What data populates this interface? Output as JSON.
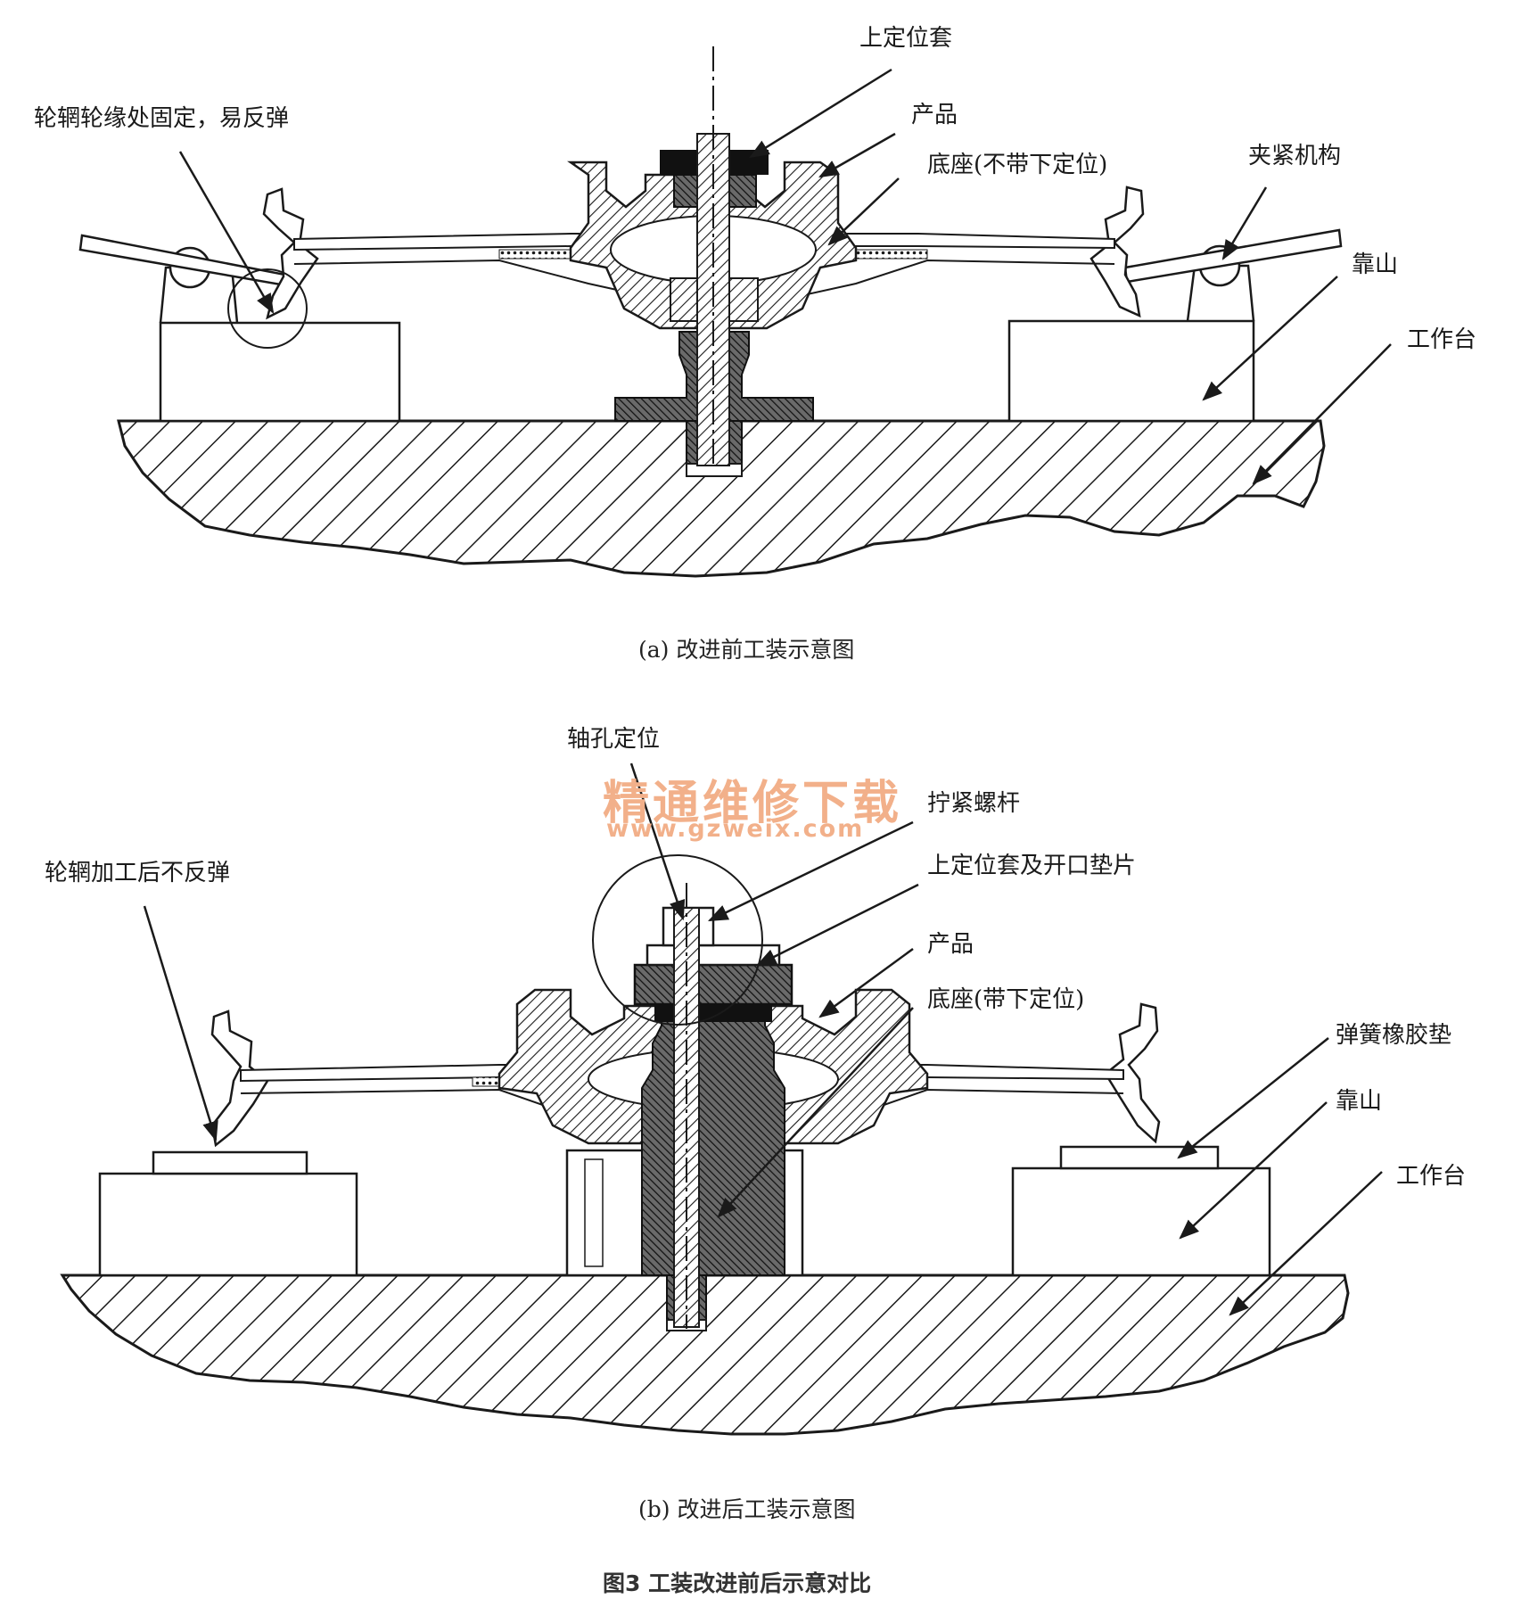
{
  "panel_a": {
    "caption": "(a) 改进前工装示意图",
    "labels": {
      "upper_sleeve": "上定位套",
      "product": "产品",
      "base": "底座(不带下定位)",
      "rim_fixed": "轮辋轮缘处固定，易反弹",
      "clamp": "夹紧机构",
      "backing": "靠山",
      "table": "工作台"
    }
  },
  "panel_b": {
    "caption": "(b) 改进后工装示意图",
    "labels": {
      "bore_locating": "轴孔定位",
      "screw": "拧紧螺杆",
      "upper_sleeve_washer": "上定位套及开口垫片",
      "product": "产品",
      "base": "底座(带下定位)",
      "rim_no_rebound": "轮辋加工后不反弹",
      "spring_pad": "弹簧橡胶垫",
      "backing": "靠山",
      "table": "工作台"
    }
  },
  "figure_caption": "图3   工装改进前后示意对比",
  "watermark": {
    "line1": "精通维修下载",
    "line2": "www.gzweix.com"
  },
  "colors": {
    "ink": "#1a1a1a",
    "watermark": "#f2b08a"
  }
}
